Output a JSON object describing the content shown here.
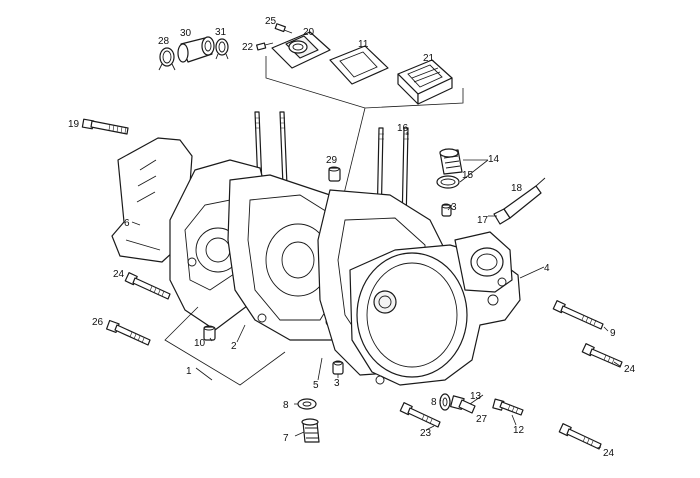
{
  "callouts": [
    {
      "id": "c1",
      "text": "1"
    },
    {
      "id": "c2",
      "text": "2"
    },
    {
      "id": "c3a",
      "text": "3"
    },
    {
      "id": "c3b",
      "text": "3"
    },
    {
      "id": "c4",
      "text": "4"
    },
    {
      "id": "c5",
      "text": "5"
    },
    {
      "id": "c6",
      "text": "6"
    },
    {
      "id": "c7",
      "text": "7"
    },
    {
      "id": "c8a",
      "text": "8"
    },
    {
      "id": "c8b",
      "text": "8"
    },
    {
      "id": "c9",
      "text": "9"
    },
    {
      "id": "c10",
      "text": "10"
    },
    {
      "id": "c11",
      "text": "11"
    },
    {
      "id": "c12",
      "text": "12"
    },
    {
      "id": "c13",
      "text": "13"
    },
    {
      "id": "c14",
      "text": "14"
    },
    {
      "id": "c15",
      "text": "15"
    },
    {
      "id": "c16",
      "text": "16"
    },
    {
      "id": "c17",
      "text": "17"
    },
    {
      "id": "c18",
      "text": "18"
    },
    {
      "id": "c19",
      "text": "19"
    },
    {
      "id": "c20",
      "text": "20"
    },
    {
      "id": "c21",
      "text": "21"
    },
    {
      "id": "c22",
      "text": "22"
    },
    {
      "id": "c23",
      "text": "23"
    },
    {
      "id": "c24a",
      "text": "24"
    },
    {
      "id": "c24b",
      "text": "24"
    },
    {
      "id": "c24c",
      "text": "24"
    },
    {
      "id": "c25",
      "text": "25"
    },
    {
      "id": "c26",
      "text": "26"
    },
    {
      "id": "c27",
      "text": "27"
    },
    {
      "id": "c28",
      "text": "28"
    },
    {
      "id": "c29",
      "text": "29"
    },
    {
      "id": "c30",
      "text": "30"
    },
    {
      "id": "c31",
      "text": "31"
    }
  ]
}
